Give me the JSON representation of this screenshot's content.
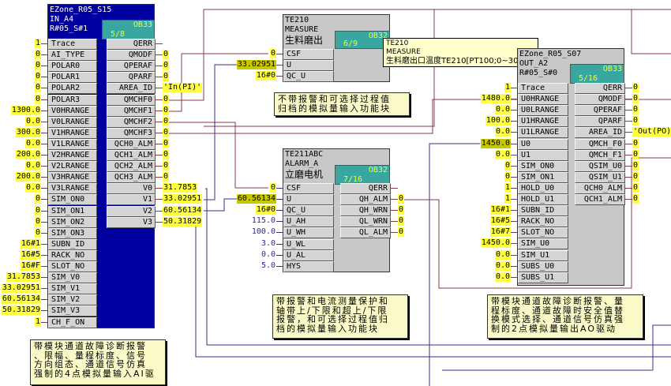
{
  "block_ai": {
    "name": "EZone_R05_S15",
    "type": "IN_A4",
    "address": "R#05_S#1",
    "ob": "OB33",
    "run_order": "5/8",
    "inputs": [
      {
        "pin": "Trace",
        "value": "1"
      },
      {
        "pin": "AI_TYPE",
        "value": "0"
      },
      {
        "pin": "POLAR0",
        "value": "0"
      },
      {
        "pin": "POLAR1",
        "value": "0"
      },
      {
        "pin": "POLAR2",
        "value": "0"
      },
      {
        "pin": "POLAR3",
        "value": "0"
      },
      {
        "pin": "V0HRANGE",
        "value": "1300.0"
      },
      {
        "pin": "V0LRANGE",
        "value": "0.0"
      },
      {
        "pin": "V1HRANGE",
        "value": "300.0"
      },
      {
        "pin": "V1LRANGE",
        "value": "0.0"
      },
      {
        "pin": "V2HRANGE",
        "value": "200.0"
      },
      {
        "pin": "V2LRANGE",
        "value": "0.0"
      },
      {
        "pin": "V3HRANGE",
        "value": "200.0"
      },
      {
        "pin": "V3LRANGE",
        "value": "0.0"
      },
      {
        "pin": "SIM_ON0",
        "value": "0"
      },
      {
        "pin": "SIM_ON1",
        "value": "0"
      },
      {
        "pin": "SIM_ON2",
        "value": "0"
      },
      {
        "pin": "SIM_ON3",
        "value": "0"
      },
      {
        "pin": "SUBN_ID",
        "value": "16#1"
      },
      {
        "pin": "RACK_NO",
        "value": "16#5"
      },
      {
        "pin": "SLOT_NO",
        "value": "16#F"
      },
      {
        "pin": "SIM_V0",
        "value": "31.7853"
      },
      {
        "pin": "SIM_V1",
        "value": "33.02951"
      },
      {
        "pin": "SIM_V2",
        "value": "60.56134"
      },
      {
        "pin": "SIM_V3",
        "value": "50.31829"
      },
      {
        "pin": "CH_F_ON",
        "value": "1"
      }
    ],
    "outputs": [
      {
        "pin": "QERR",
        "value": ""
      },
      {
        "pin": "QMODF",
        "value": "0"
      },
      {
        "pin": "QPERAF",
        "value": "0"
      },
      {
        "pin": "QPARF",
        "value": "0"
      },
      {
        "pin": "AREA_ID",
        "value": "'In(PI)'"
      },
      {
        "pin": "QMCHF0",
        "value": "0"
      },
      {
        "pin": "QMCHF1",
        "value": "0"
      },
      {
        "pin": "QMCHF2",
        "value": "0"
      },
      {
        "pin": "QMCHF3",
        "value": "0"
      },
      {
        "pin": "QCH0_ALM",
        "value": "0"
      },
      {
        "pin": "QCH1_ALM",
        "value": "0"
      },
      {
        "pin": "QCH2_ALM",
        "value": "0"
      },
      {
        "pin": "QCH3_ALM",
        "value": "0"
      },
      {
        "pin": "V0",
        "value": "31.7853"
      },
      {
        "pin": "V1",
        "value": "33.02951"
      },
      {
        "pin": "V2",
        "value": "60.56134"
      },
      {
        "pin": "V3",
        "value": "50.31829"
      }
    ],
    "note": "带模块通道故障诊断报警\n、限幅、量程标度、信号\n方向组态、通道信号仿真\n强制的4点模拟量输入AI驱"
  },
  "block_measure": {
    "name": "TE210",
    "type": "MEASURE",
    "comment": "生料磨出",
    "ob": "OB32",
    "run_order": "6/9",
    "inputs": [
      {
        "pin": "CSF",
        "value": "0"
      },
      {
        "pin": "U",
        "value": "33.02951"
      },
      {
        "pin": "QC_U",
        "value": "16#0"
      }
    ],
    "tooltip": {
      "line1": "TE210",
      "line2": "MEASURE",
      "line3": "生料磨出口温度TE210[PT100;0~300℃]"
    },
    "note": "不带报警和可选择过程值\n归档的模拟量输入功能块"
  },
  "block_alarm": {
    "name": "TE211ABC",
    "type": "ALARM_A",
    "comment": "立磨电机",
    "ob": "OB32",
    "run_order": "7/16",
    "inputs": [
      {
        "pin": "CSF",
        "value": "0"
      },
      {
        "pin": "U",
        "value": "60.56134"
      },
      {
        "pin": "QC_U",
        "value": "16#0"
      },
      {
        "pin": "U_AH",
        "value": "115.0"
      },
      {
        "pin": "U_WH",
        "value": "100.0"
      },
      {
        "pin": "U_WL",
        "value": "3.0"
      },
      {
        "pin": "U_AL",
        "value": "0.0"
      },
      {
        "pin": "HYS",
        "value": "5.0"
      }
    ],
    "outputs": [
      {
        "pin": "QERR",
        "value": ""
      },
      {
        "pin": "QH_ALM",
        "value": "0"
      },
      {
        "pin": "QH_WRN",
        "value": "0"
      },
      {
        "pin": "QL_WRN",
        "value": "0"
      },
      {
        "pin": "QL_ALM",
        "value": "0"
      }
    ],
    "note": "带报警和电流测量保护和\n轴带上/下限和超上/下限\n报警，和可选择过程值归\n档的模拟量输入功能块"
  },
  "block_ao": {
    "name": "EZone_R05_S07",
    "type": "OUT_A2",
    "address": "R#05_S#0",
    "ob": "OB33",
    "run_order": "5/16",
    "inputs": [
      {
        "pin": "Trace",
        "value": "1"
      },
      {
        "pin": "U0HRANGE",
        "value": "1480.0"
      },
      {
        "pin": "U0LRANGE",
        "value": "0.0"
      },
      {
        "pin": "U1HRANGE",
        "value": "100.0"
      },
      {
        "pin": "U1LRANGE",
        "value": "0.0"
      },
      {
        "pin": "U0",
        "value": "1450.0"
      },
      {
        "pin": "U1",
        "value": "0.0"
      },
      {
        "pin": "SIM_ON0",
        "value": "0"
      },
      {
        "pin": "SIM_ON1",
        "value": "0"
      },
      {
        "pin": "HOLD_U0",
        "value": "1"
      },
      {
        "pin": "HOLD_U1",
        "value": "1"
      },
      {
        "pin": "SUBN_ID",
        "value": "16#1"
      },
      {
        "pin": "RACK_NO",
        "value": "16#5"
      },
      {
        "pin": "SLOT_NO",
        "value": "16#7"
      },
      {
        "pin": "SIM_U0",
        "value": "1450.0"
      },
      {
        "pin": "SIM_U1",
        "value": "0.0"
      },
      {
        "pin": "SUBS_U0",
        "value": "0.0"
      },
      {
        "pin": "SUBS_U1",
        "value": "0.0"
      }
    ],
    "outputs": [
      {
        "pin": "QERR",
        "value": "0"
      },
      {
        "pin": "QMODF",
        "value": "0"
      },
      {
        "pin": "QPERAF",
        "value": "0"
      },
      {
        "pin": "QPARF",
        "value": "0"
      },
      {
        "pin": "AREA_ID",
        "value": "'Out(PO)'"
      },
      {
        "pin": "QMCH_F0",
        "value": "0"
      },
      {
        "pin": "QMCH_F1",
        "value": "0"
      },
      {
        "pin": "QSIM_U0",
        "value": "0"
      },
      {
        "pin": "QSIM_U1",
        "value": "0"
      },
      {
        "pin": "QCH0_ALM",
        "value": "0"
      },
      {
        "pin": "QCH1_ALM",
        "value": "0"
      }
    ],
    "note": "带模块通道故障诊断报警、量\n程标度、通道故障时安全值替\n换模式选择、通道信号仿真强\n制的2点模拟量输出AO驱动"
  }
}
